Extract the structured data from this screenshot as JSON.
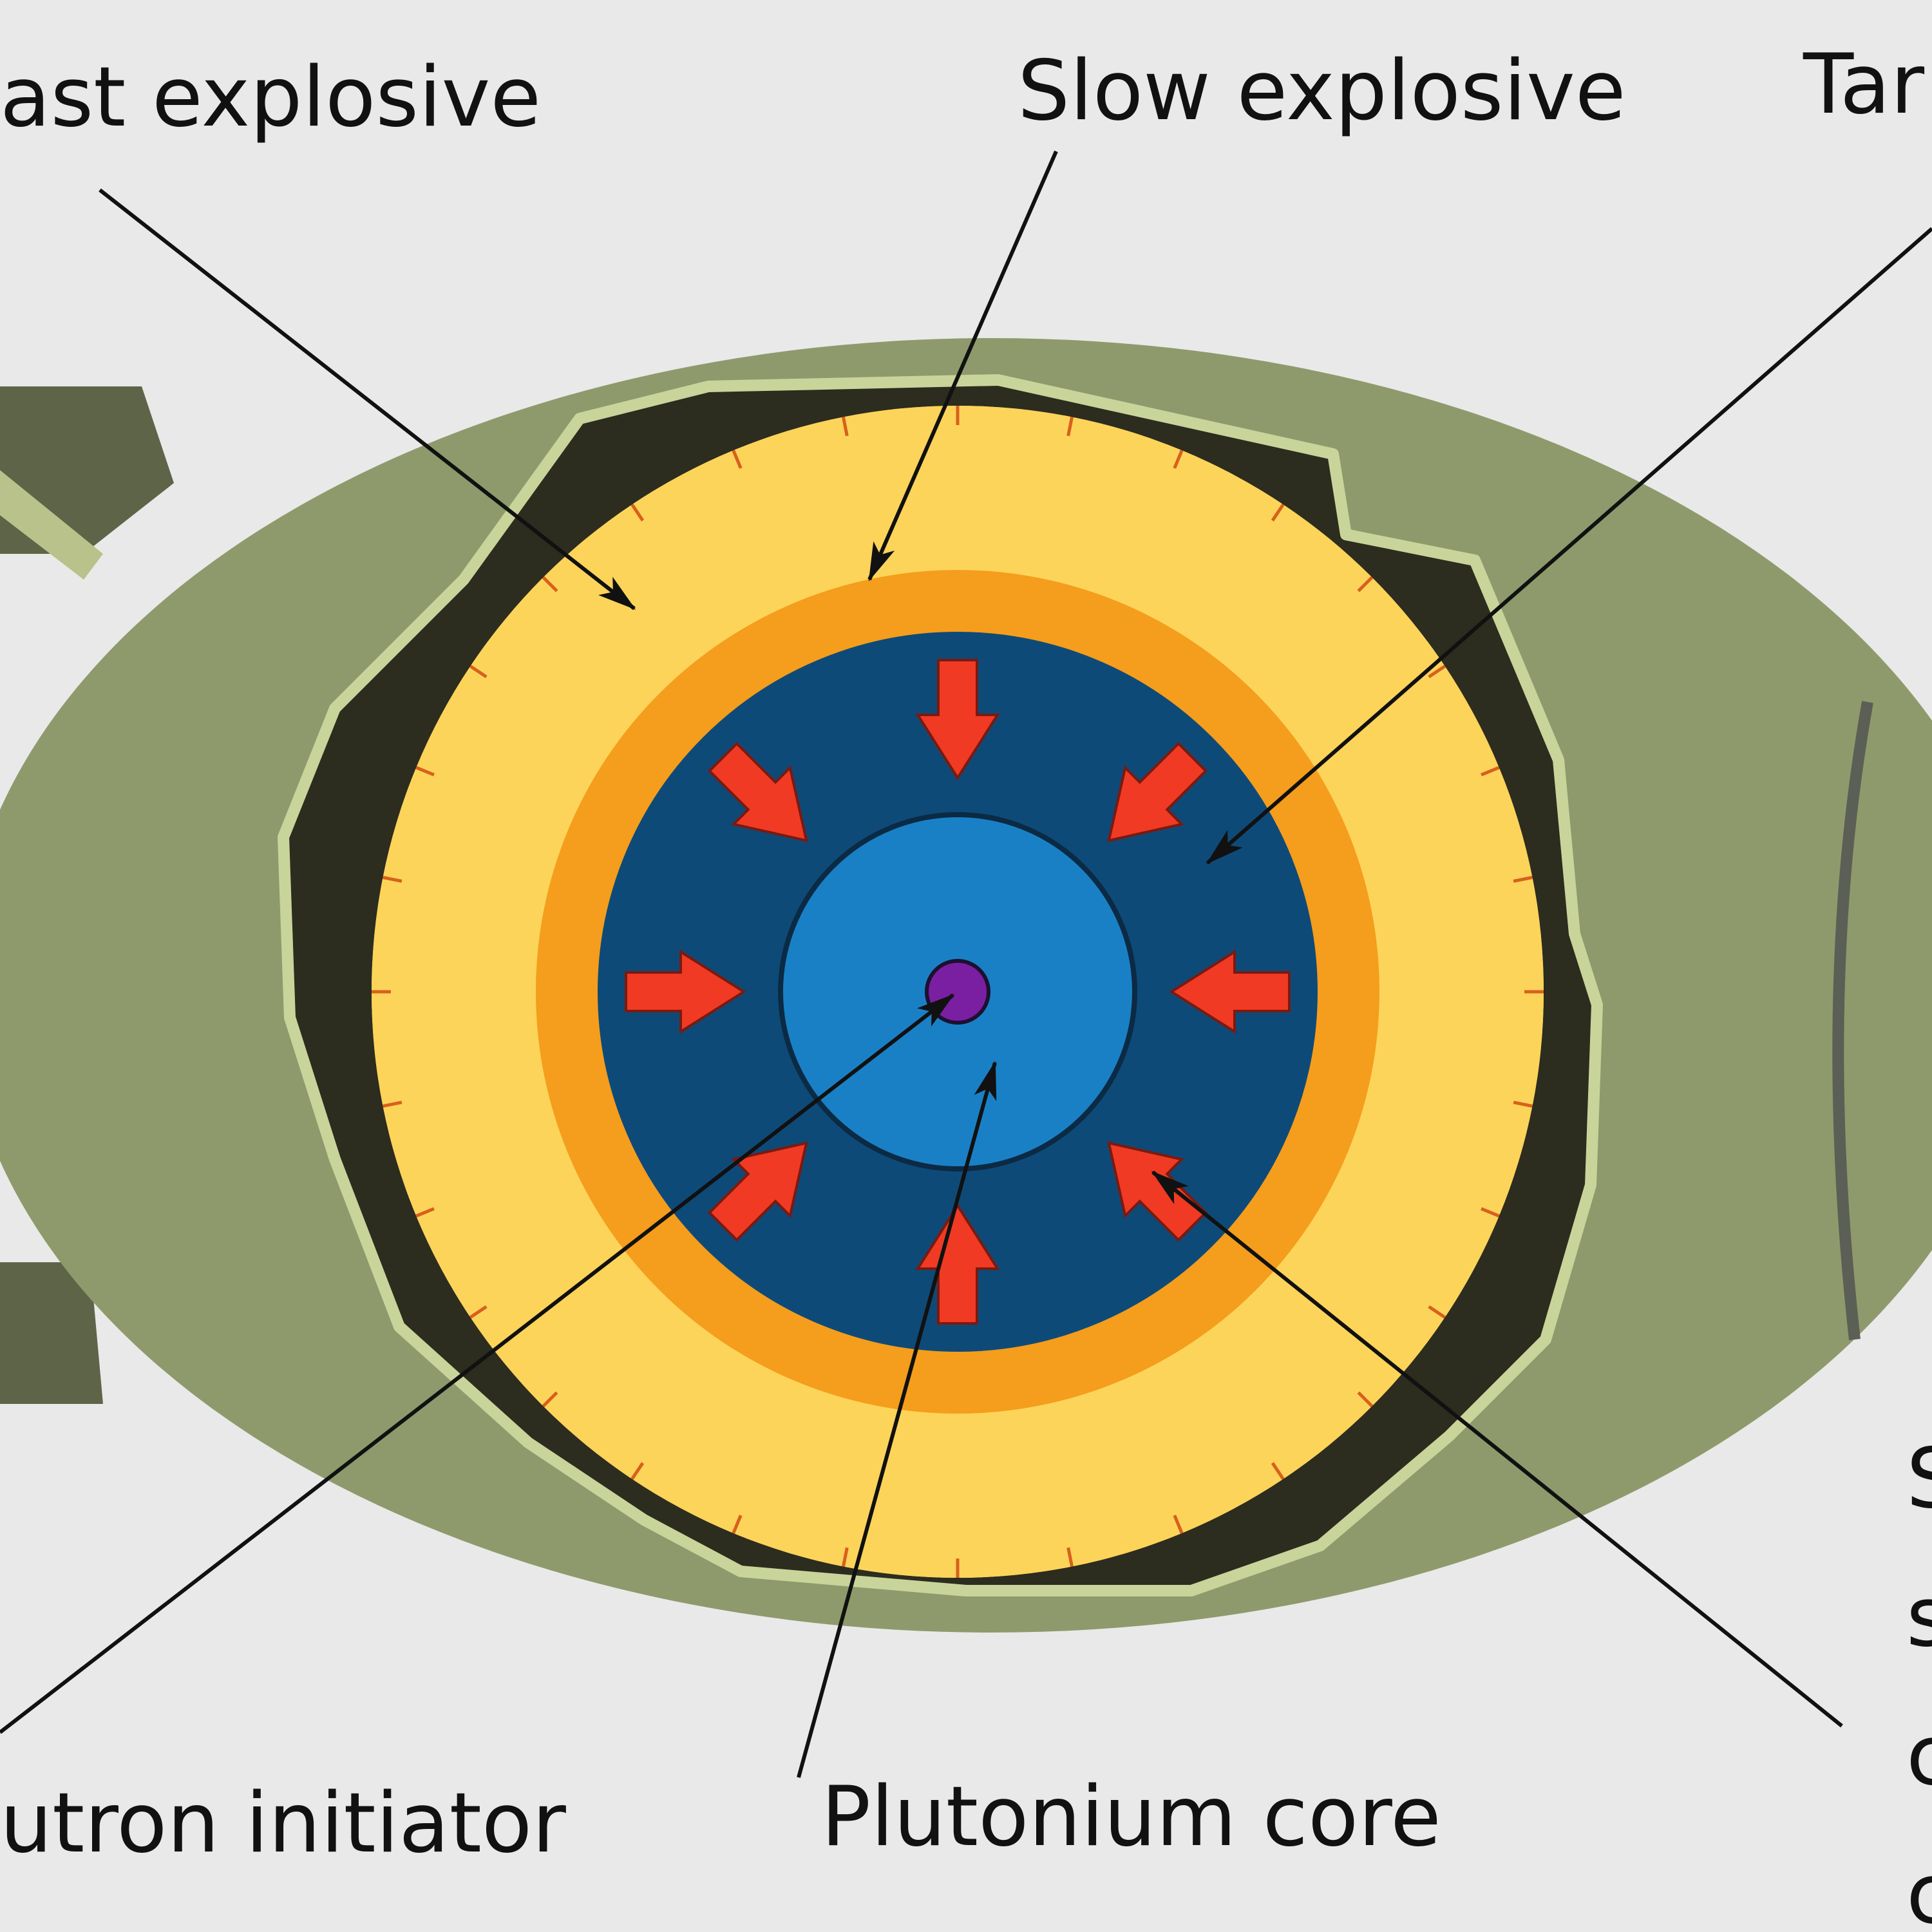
{
  "labels": {
    "fast_explosive": "ast explosive",
    "slow_explosive": "Slow explosive",
    "tamper": "Tar",
    "neutron_initiator": "utron initiator",
    "plutonium_core": "Plutonium core",
    "right_1": "S",
    "right_2": "s",
    "right_3": "c",
    "right_4": "c"
  },
  "colors": {
    "background": "#e9e9e9",
    "casing": "#8e9a6c",
    "casing_dark": "#5e6448",
    "shell_dark": "#2c2c1f",
    "shell_rim": "#c9d49a",
    "fast_explosive": "#fdd45a",
    "slow_explosive": "#f59d1c",
    "seam_lines": "#d8601c",
    "tamper": "#0e4a78",
    "core": "#1a80c6",
    "initiator": "#7b1fa2",
    "implosion_arrows": "#f03a24",
    "leader_lines": "#111111"
  },
  "icons": {
    "implosion": "implosion-arrow-icon",
    "leader": "leader-arrowhead-icon"
  }
}
